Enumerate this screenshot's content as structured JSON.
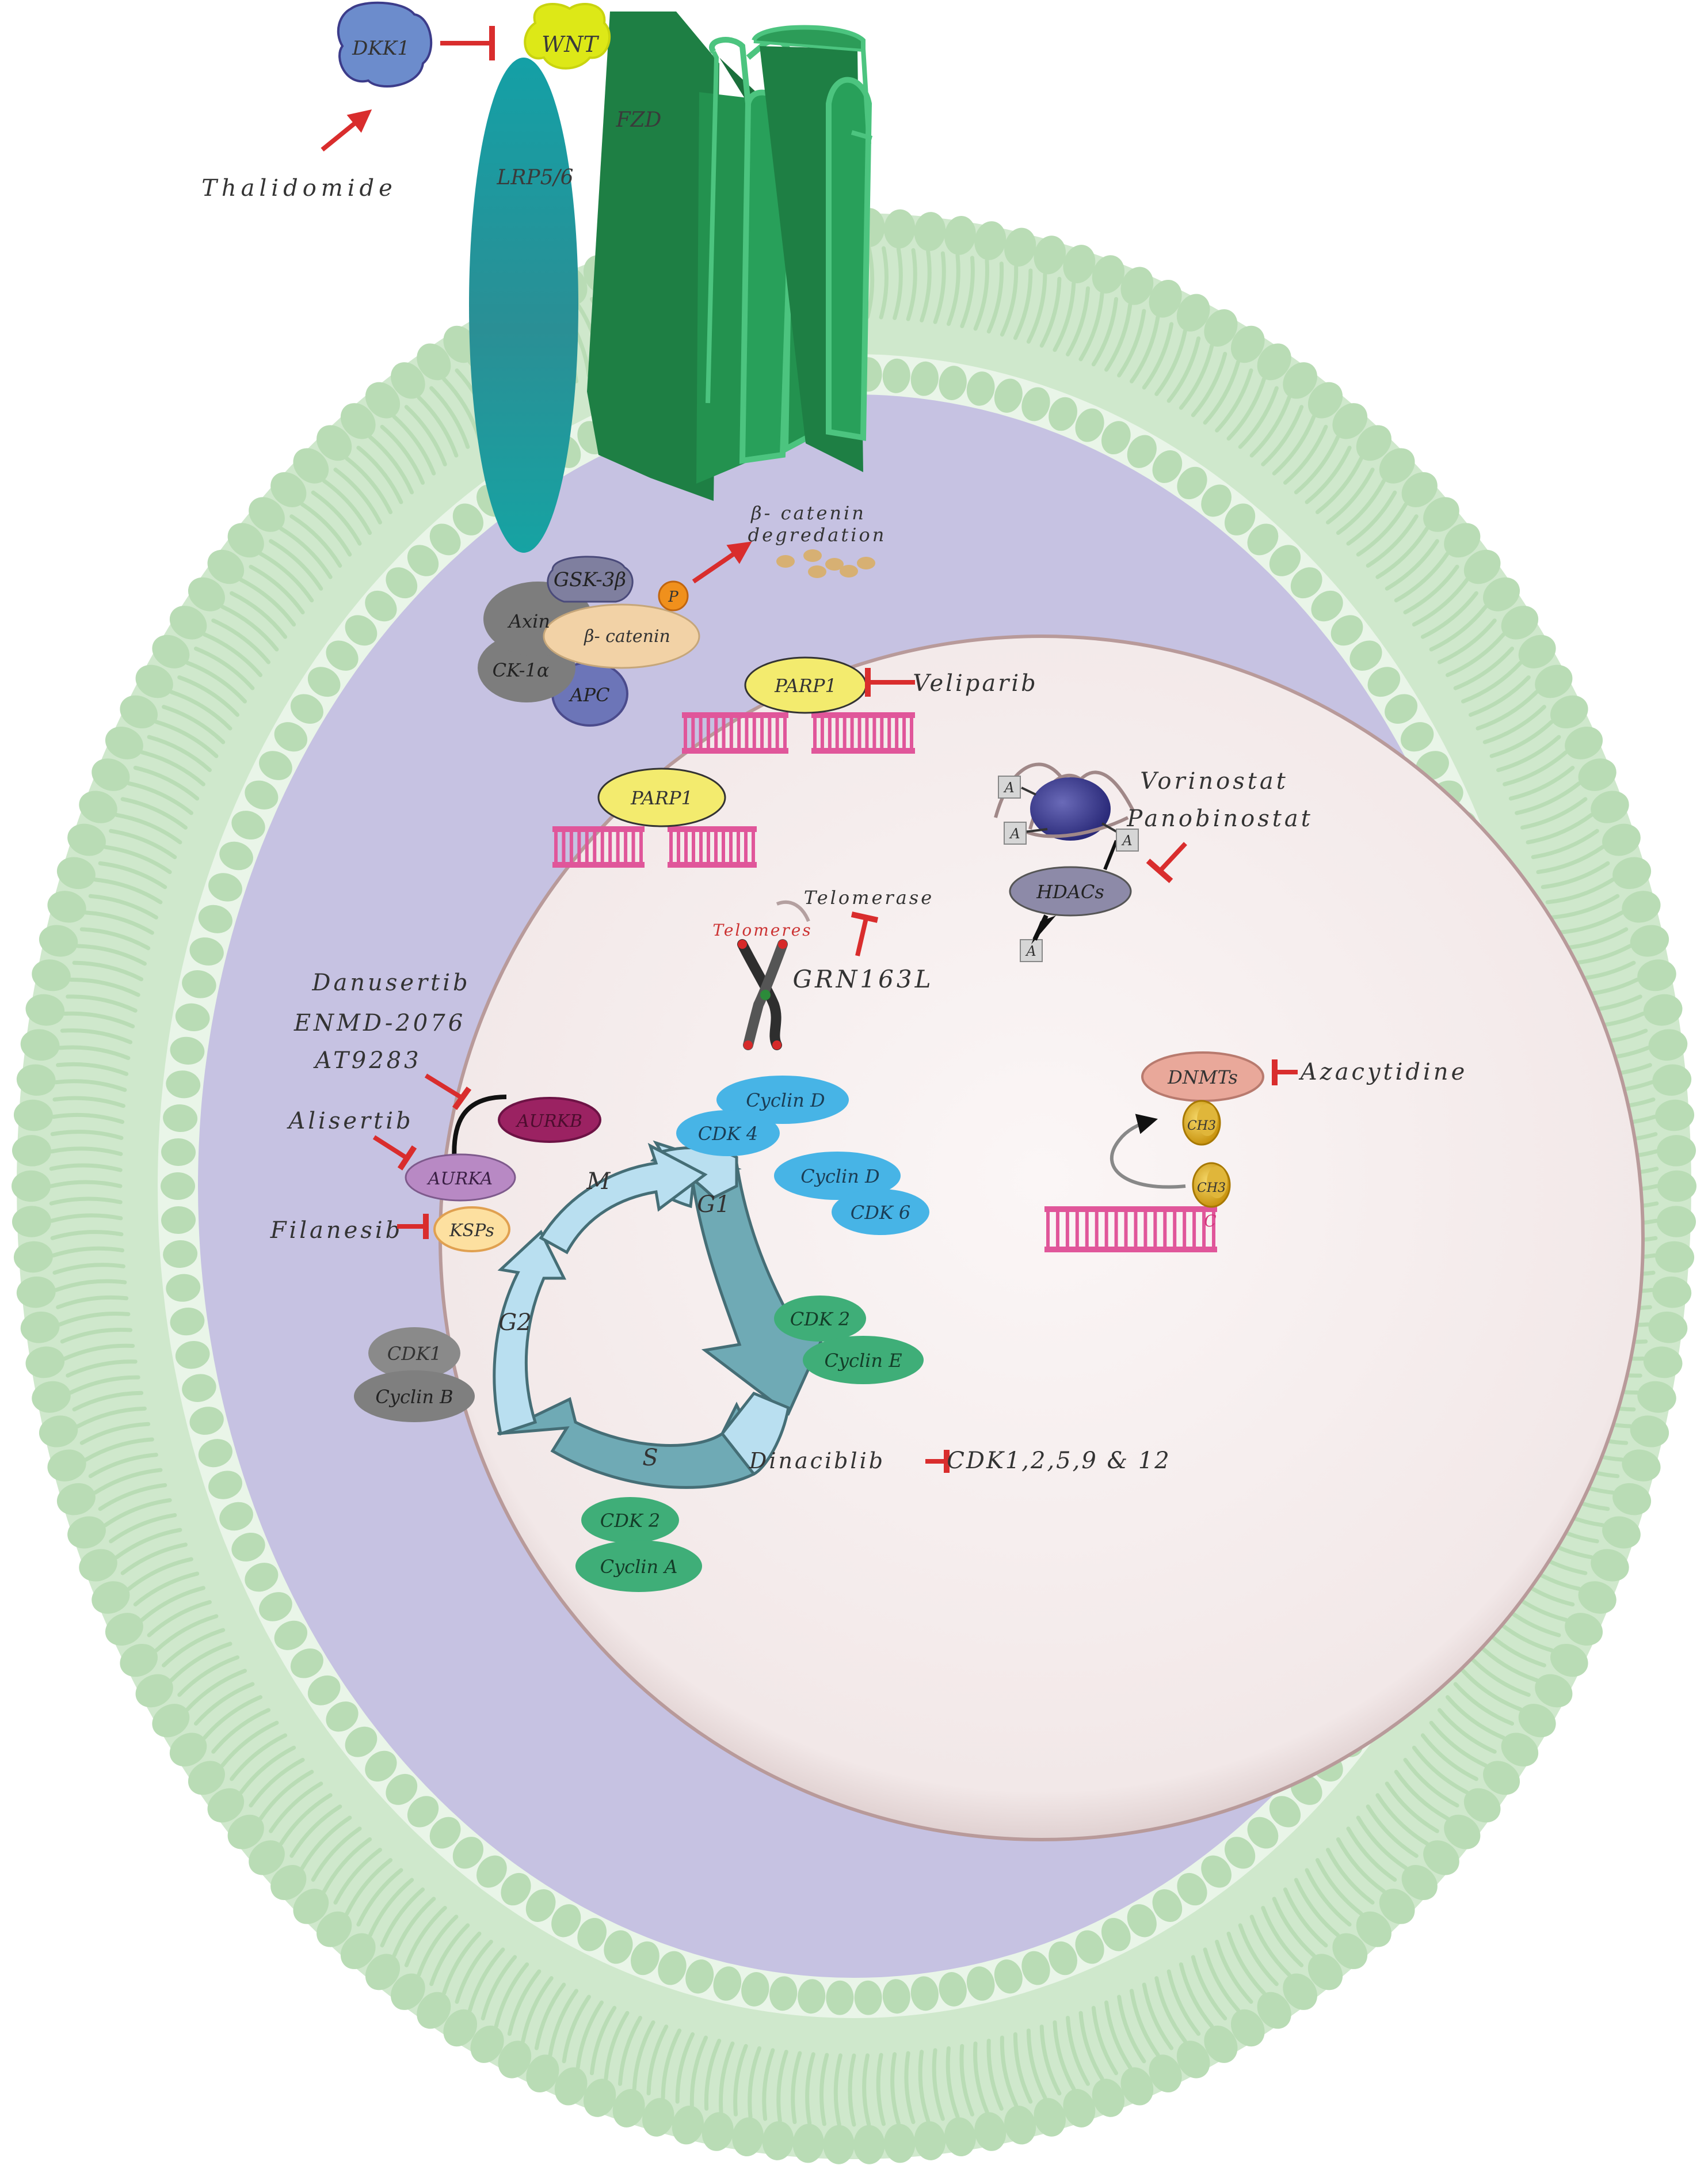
{
  "colors": {
    "membrane": "#cfe8cc",
    "membrane_dark": "#b9dcb5",
    "cytoplasm": "#c6c2e2",
    "nucleus": "#f5eeee",
    "inhibit": "#d92d2d",
    "dna": "#e0569a",
    "fzd": "#238a4e",
    "lrp": "#1aa4a4",
    "cycle_arrow": "#b9dff0",
    "cycle_arrow_dark": "#6faab5",
    "cyclin_blue": "#47b4e6",
    "cdk_green": "#3fae78",
    "cdk_gray": "#8a8a8a"
  },
  "labels": {
    "dkk1": "DKK1",
    "wnt": "WNT",
    "fzd": "FZD",
    "lrp": "LRP5/6",
    "thalidomide": "Thalidomide",
    "bcat_degradation_1": "β- catenin",
    "bcat_degradation_2": "degredation",
    "gsk": "GSK-3β",
    "axin": "Axin",
    "bcatenin": "β- catenin",
    "p": "P",
    "ck1": "CK-1α",
    "apc": "APC",
    "parp1_a": "PARP1",
    "parp1_b": "PARP1",
    "veliparib": "Veliparib",
    "vorinostat": "Vorinostat",
    "panobinostat": "Panobinostat",
    "hdacs": "HDACs",
    "acetyl": "A",
    "telomerase": "Telomerase",
    "telomeres": "Telomeres",
    "grn": "GRN163L",
    "danusertib": "Danusertib",
    "enmd": "ENMD-2076",
    "at9283": "AT9283",
    "aurkb": "AURKB",
    "alisertib": "Alisertib",
    "aurka": "AURKA",
    "filanesib": "Filanesib",
    "ksps": "KSPs",
    "cdk1": "CDK1",
    "cyclin_b": "Cyclin B",
    "phase_m": "M",
    "phase_g1": "G1",
    "phase_g2": "G2",
    "phase_s": "S",
    "cyclin_d_a": "Cyclin D",
    "cdk4": "CDK 4",
    "cyclin_d_b": "Cyclin D",
    "cdk6": "CDK 6",
    "cdk2_e": "CDK 2",
    "cyclin_e": "Cyclin E",
    "cdk2_a": "CDK 2",
    "cyclin_a": "Cyclin A",
    "dinaciclib": "Dinaciblib",
    "cdk_list": "CDK1,2,5,9 & 12",
    "dnmts": "DNMTs",
    "ch3_a": "CH3",
    "ch3_b": "CH3",
    "c_base": "C",
    "azacytidine": "Azacytidine"
  }
}
